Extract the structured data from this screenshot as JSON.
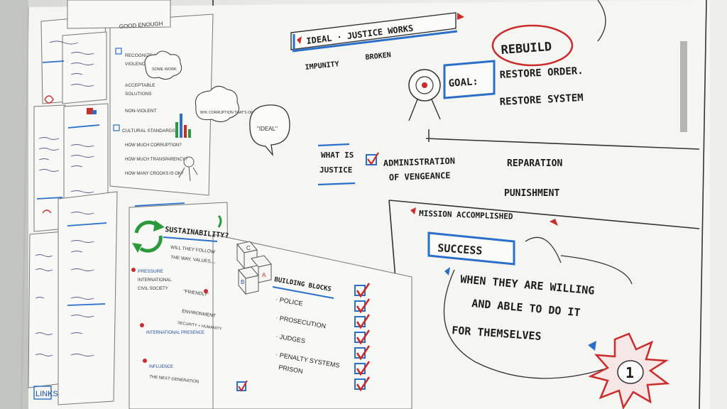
{
  "board": {
    "top": {
      "ideal_box": "IDEAL · JUSTICE WORKS",
      "impunity": "IMPUNITY",
      "broken": "BROKEN",
      "rebuild": "REBUILD",
      "goal": "GOAL:",
      "restore_order": "RESTORE ORDER.",
      "restore_system": "RESTORE SYSTEM"
    },
    "justice": {
      "question_line1": "WHAT IS",
      "question_line2": "JUSTICE",
      "admin_line1": "ADMINISTRATION",
      "admin_line2": "OF VENGEANCE",
      "reparation": "REPARATION",
      "punishment": "PUNISHMENT"
    },
    "mission": {
      "title": "MISSION ACCOMPLISHED",
      "success": "SUCCESS",
      "line1": "WHEN THEY ARE WILLING",
      "line2": "AND ABLE TO DO IT",
      "line3": "FOR THEMSELVES",
      "starburst_number": "1"
    },
    "ideal_bubble": "\"IDEAL\"",
    "sustainability": {
      "title": "SUSTAINABILITY?",
      "line1": "WILL THEY FOLLOW",
      "line2": "THE WAY, VALUES,...",
      "pressure": "PRESSURE",
      "international": "INTERNATIONAL",
      "civil_society": "CIVIL SOCIETY",
      "friendly": "\"FRIENDLY\"",
      "environment": "ENVIRONMENT",
      "security_humanity": "SECURITY + HUMANITY",
      "international_presence": "INTERNATIONAL PRESENCE",
      "influence": "INFLUENCE",
      "next_generation": "THE NEXT GENERATION"
    },
    "building_blocks": {
      "title": "BUILDING BLOCKS",
      "block_a": "A",
      "block_b": "B",
      "block_c": "C",
      "items": [
        "· POLICE",
        "· PROSECUTION",
        "· JUDGES",
        "· PENALTY SYSTEMS",
        "PRISON"
      ]
    },
    "left_panel": {
      "good_enough": "GOOD ENOUGH",
      "recognize": "RECOGNIZE AMONG",
      "violence": "VIOLENCE",
      "acceptable": "ACCEPTABLE",
      "solutions": "SOLUTIONS",
      "non_violent": "NON-VIOLENT",
      "cultural_standards": "CULTURAL STANDARDS",
      "q1": "HOW MUCH CORRUPTION?",
      "q2": "HOW MUCH TRANSPARENCY?",
      "q3": "HOW MANY CROOKS IS OK?",
      "bubble": "80% CORRUPTION THAT'S OK!",
      "bubble_small": "SOME WORK",
      "links": "LINKS"
    }
  }
}
